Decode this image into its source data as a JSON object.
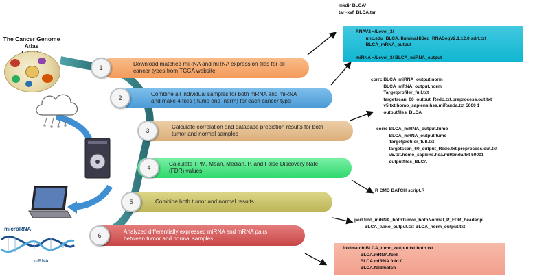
{
  "tcga": {
    "title_line1": "The Cancer Genome Atlas",
    "title_line2": "(TCGA)"
  },
  "icons": {
    "logo": "tcga-globe-logo",
    "cloud": "cloud-icon",
    "server": "server-icon",
    "laptop": "laptop-icon",
    "dna": "dna-helix-icon"
  },
  "dna_labels": {
    "top": "microRNA",
    "bottom": "mRNA"
  },
  "colors": {
    "step1": "#f6a467",
    "step2": "#5aa9de",
    "step3": "#e3bd8f",
    "step4": "#3fe07a",
    "step5": "#c8c168",
    "step6": "#d65a5a",
    "curve": "#2f6d74",
    "cyan_box": "#19b9d4",
    "pink_box": "#f4a894"
  },
  "steps": [
    {
      "num": "1",
      "text_line1": "Download matched miRNA and mRNA expression files for all",
      "text_line2": "cancer types from TCGA website"
    },
    {
      "num": "2",
      "text_line1": "Combine all individual samples for both mRNA and miRNA",
      "text_line2": "and make 4 files (.tumo and .norm) for each cancer type"
    },
    {
      "num": "3",
      "text_line1": "Calculate correlation and database prediction results for both",
      "text_line2": "tumor and normal samples"
    },
    {
      "num": "4",
      "text_line1": "Calculate TPM, Mean, Median, P, and False Discovery Rate",
      "text_line2": "(FDR) values"
    },
    {
      "num": "5",
      "text_line1": "Combine both tumor and normal results",
      "text_line2": ""
    },
    {
      "num": "6",
      "text_line1": "Analyzed differentially expressed miRNA and mRNA pairs",
      "text_line2": "between tumor and normal samples"
    }
  ],
  "commands": {
    "download": "mkdir BLCA/\ntar -xvf  BLCA.tar",
    "rnav2": "RNAV2 ~/Level_3/\n        unc.edu_BLCA.IlluminaHiSeq_RNASeqV2.1.12.0.sdrf.txt\n        BLCA_mRNA_output\n\nmiRNA ~/Level_3/ BLCA_miRNA_output",
    "corrc_norm": "corrc BLCA_miRNA_output.norm\n          BLCA_mRNA_output.norm\n          Targetprofiler_full.txt\n          targetscan_60_output_Redo.txt.preprocess.out.txt\n          v5.txt.homo_sapiens.hsa.miRanda.txt 5000 1\n          outputfiles_BLCA",
    "corrc_tumo": "corrc BLCA_miRNA_output.tumo\n          BLCA_mRNA_output.tumo\n          Targetprofiler_full.txt\n          targetscan_60_output_Redo.txt.preprocess.out.txt\n          v5.txt.homo_sapiens.hsa.miRanda.txt 50001\n          outputfiles_BLCA",
    "rcmd": "R CMD BATCH script.R",
    "perl": "perl find_miRNA_bothTumor_bothNormal_P_FDR_header.pl\n        BLCA_tumo_output.txt BLCA_norm_output.txt",
    "foldmatch": "foldmatch BLCA_tumo_output.txt.both.txt\n              BLCA.mRNA.fold\n              BLCA.miRNA.fold 0\n              BLCA.foldmatch"
  }
}
